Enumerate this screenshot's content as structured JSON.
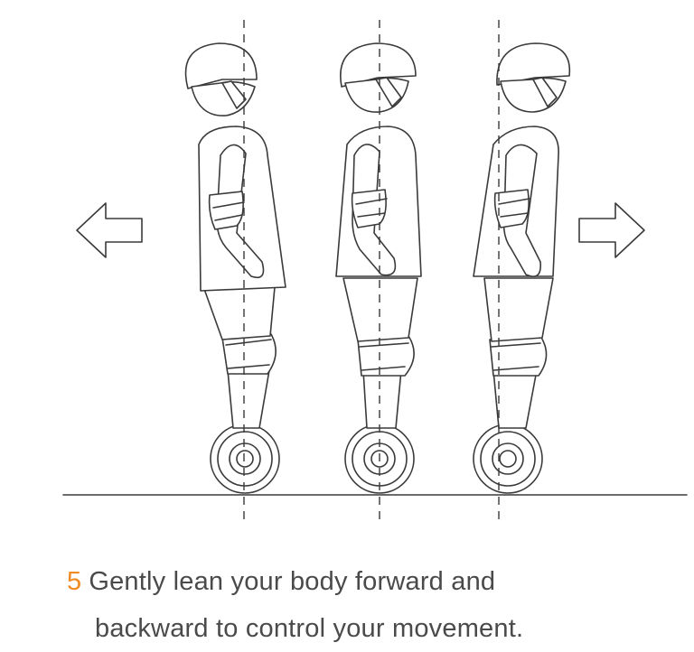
{
  "instruction": {
    "step_number": "5",
    "line1": "Gently lean your body forward and",
    "line2": "backward to control your movement."
  },
  "colors": {
    "step_number": "#f08a24",
    "text": "#4a4a4a",
    "stroke": "#3a3a3a"
  },
  "icons": {
    "left_arrow": "arrow-left-outline-icon",
    "right_arrow": "arrow-right-outline-icon"
  }
}
